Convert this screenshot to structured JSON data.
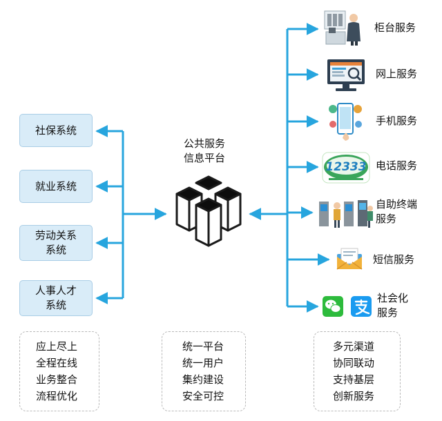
{
  "left_systems": [
    {
      "label": "社保系统"
    },
    {
      "label": "就业系统"
    },
    {
      "label": "劳动关系\n系统"
    },
    {
      "label": "人事人才\n系统"
    }
  ],
  "center": {
    "title": "公共服务\n信息平台",
    "icon": "cube-cluster-icon"
  },
  "services": [
    {
      "label": "柜台服务",
      "icon": "counter-service-icon"
    },
    {
      "label": "网上服务",
      "icon": "web-monitor-icon"
    },
    {
      "label": "手机服务",
      "icon": "mobile-phone-icon"
    },
    {
      "label": "电话服务",
      "icon": "hotline-12333-icon",
      "icon_text": "12333"
    },
    {
      "label": "自助终端\n服务",
      "icon": "self-service-kiosk-icon"
    },
    {
      "label": "短信服务",
      "icon": "sms-envelope-icon"
    },
    {
      "label": "社会化\n服务",
      "icon": "wechat-alipay-icon"
    }
  ],
  "notes": {
    "left": [
      "应上尽上",
      "全程在线",
      "业务整合",
      "流程优化"
    ],
    "middle": [
      "统一平台",
      "统一用户",
      "集约建设",
      "安全可控"
    ],
    "right": [
      "多元渠道",
      "协同联动",
      "支持基层",
      "创新服务"
    ]
  },
  "colors": {
    "connector": "#27a5de",
    "box_fill": "#d9ecf8",
    "box_border": "#a9cde6",
    "cube_stroke": "#1a1a1a",
    "cube_fill": "#0d0d0d",
    "dashed_border": "#b8b8b8"
  }
}
